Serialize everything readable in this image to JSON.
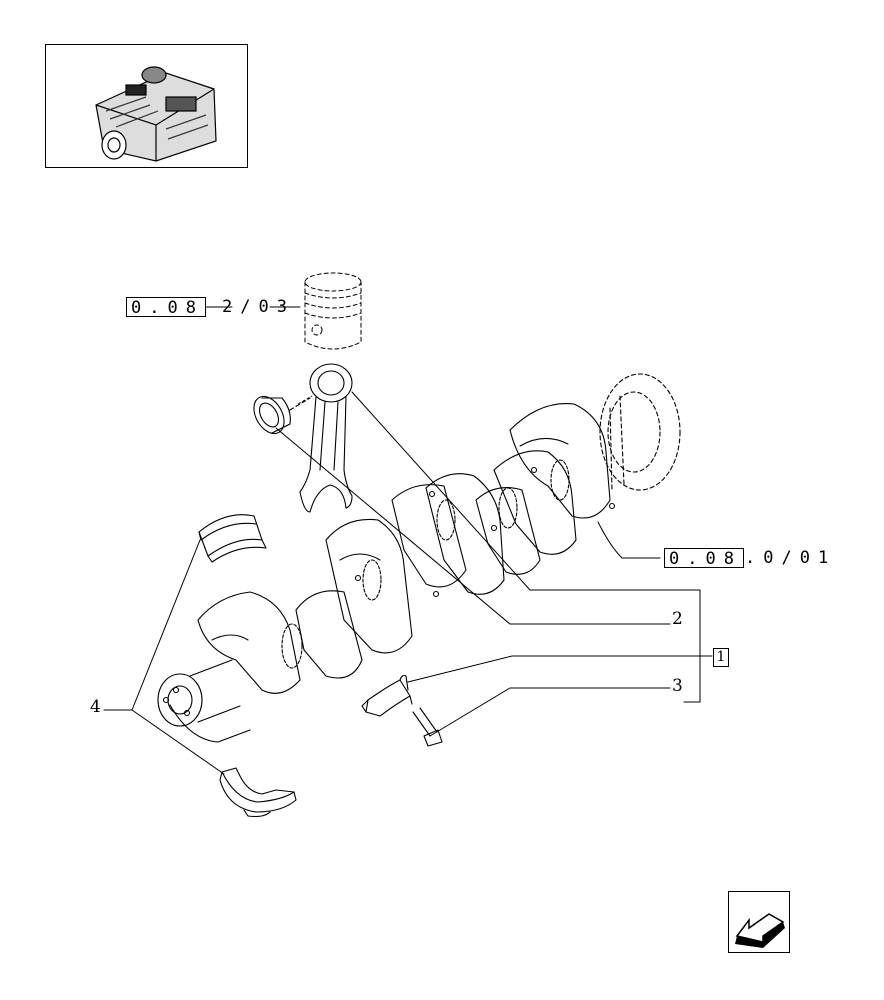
{
  "references": {
    "piston_ref": {
      "box": "0.08",
      "suffix": "2/03"
    },
    "crankshaft_ref": {
      "box": "0.08",
      "suffix": ".0/01"
    }
  },
  "callouts": {
    "item_1": "1",
    "item_2": "2",
    "item_3": "3",
    "item_4": "4"
  },
  "icons": {
    "thumbnail": "engine-thumbnail-icon",
    "navigation": "previous-page-arrow-icon"
  }
}
